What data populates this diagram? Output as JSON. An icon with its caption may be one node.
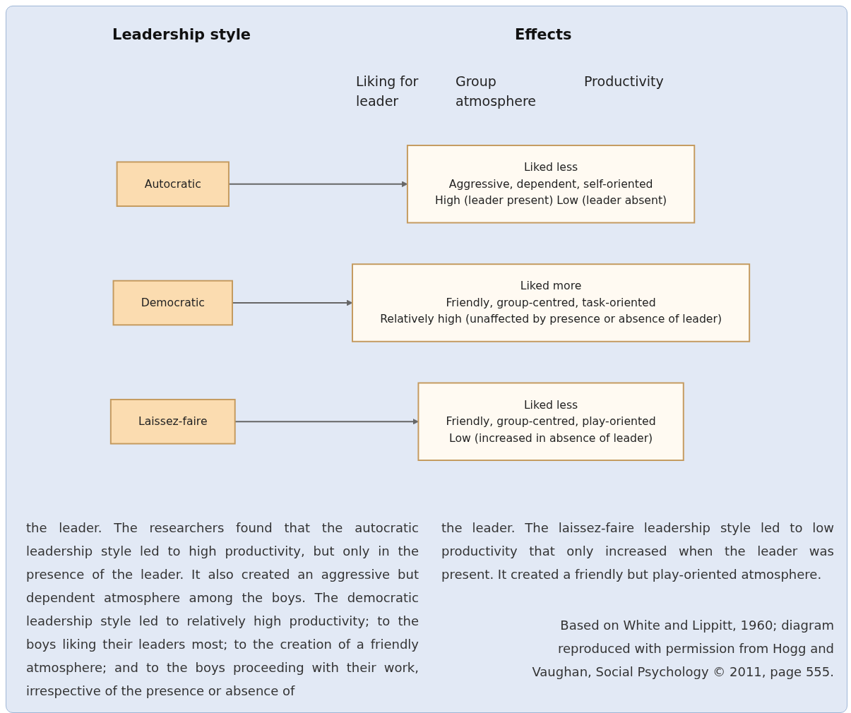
{
  "diagram": {
    "caption": "Based on White and Lippitt, 1960; diagram reproduced with permission from Hogg and Vaughan, Social Psychology © 2011, page 555.",
    "nodes": [
      {
        "text": [
          "Autocratic"
        ]
      },
      {
        "text": [
          "Liked less",
          "Aggressive, dependent, self-oriented",
          "High (leader present) Low (leader absent)"
        ]
      },
      {
        "text": [
          "Democratic"
        ]
      },
      {
        "text": [
          "Liked more",
          "Friendly, group-centred, task-oriented",
          "Relatively high (unaffected by presence or absence of leader)"
        ]
      },
      {
        "text": [
          "Laissez-faire"
        ]
      },
      {
        "text": [
          "Liked less",
          "Friendly, group-centred, play-oriented",
          "Low (increased in absence of leader)"
        ]
      }
    ],
    "edges": [
      {
        "from": 0,
        "to": 1,
        "arrow": "to"
      },
      {
        "from": 2,
        "to": 3,
        "arrow": "to"
      },
      {
        "from": 4,
        "to": 5,
        "arrow": "to"
      }
    ],
    "labels": [
      "Leadership style",
      "Effects",
      "Liking for leader",
      "Group atmosphere",
      "Productivity",
      "the leader. The researchers found that the autocratic leadership style led to high productivity, but only in the presence of the leader. It also created an aggressive but dependent atmosphere among the boys. The democratic leadership style led to relatively high productivity; to the boys liking their leaders most; to the creation of a friendly atmosphere; and to the boys proceeding with their work, irrespective of the presence or absence of",
      "the leader. The laissez-faire leadership style led to low productivity that only increased when the leader was present. It created a friendly but play-oriented atmosphere."
    ]
  }
}
